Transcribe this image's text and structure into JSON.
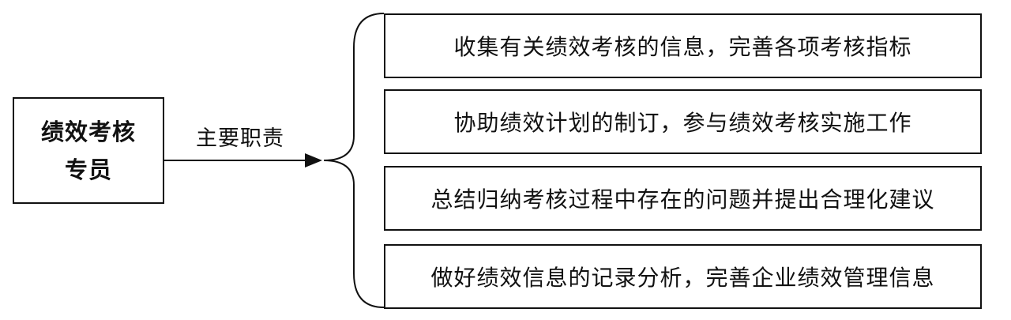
{
  "role": {
    "lines": [
      "绩效考核",
      "专员"
    ]
  },
  "edge_label": "主要职责",
  "duties": [
    "收集有关绩效考核的信息，完善各项考核指标",
    "协助绩效计划的制订，参与绩效考核实施工作",
    "总结归纳考核过程中存在的问题并提出合理化建议",
    "做好绩效信息的记录分析，完善企业绩效管理信息"
  ]
}
